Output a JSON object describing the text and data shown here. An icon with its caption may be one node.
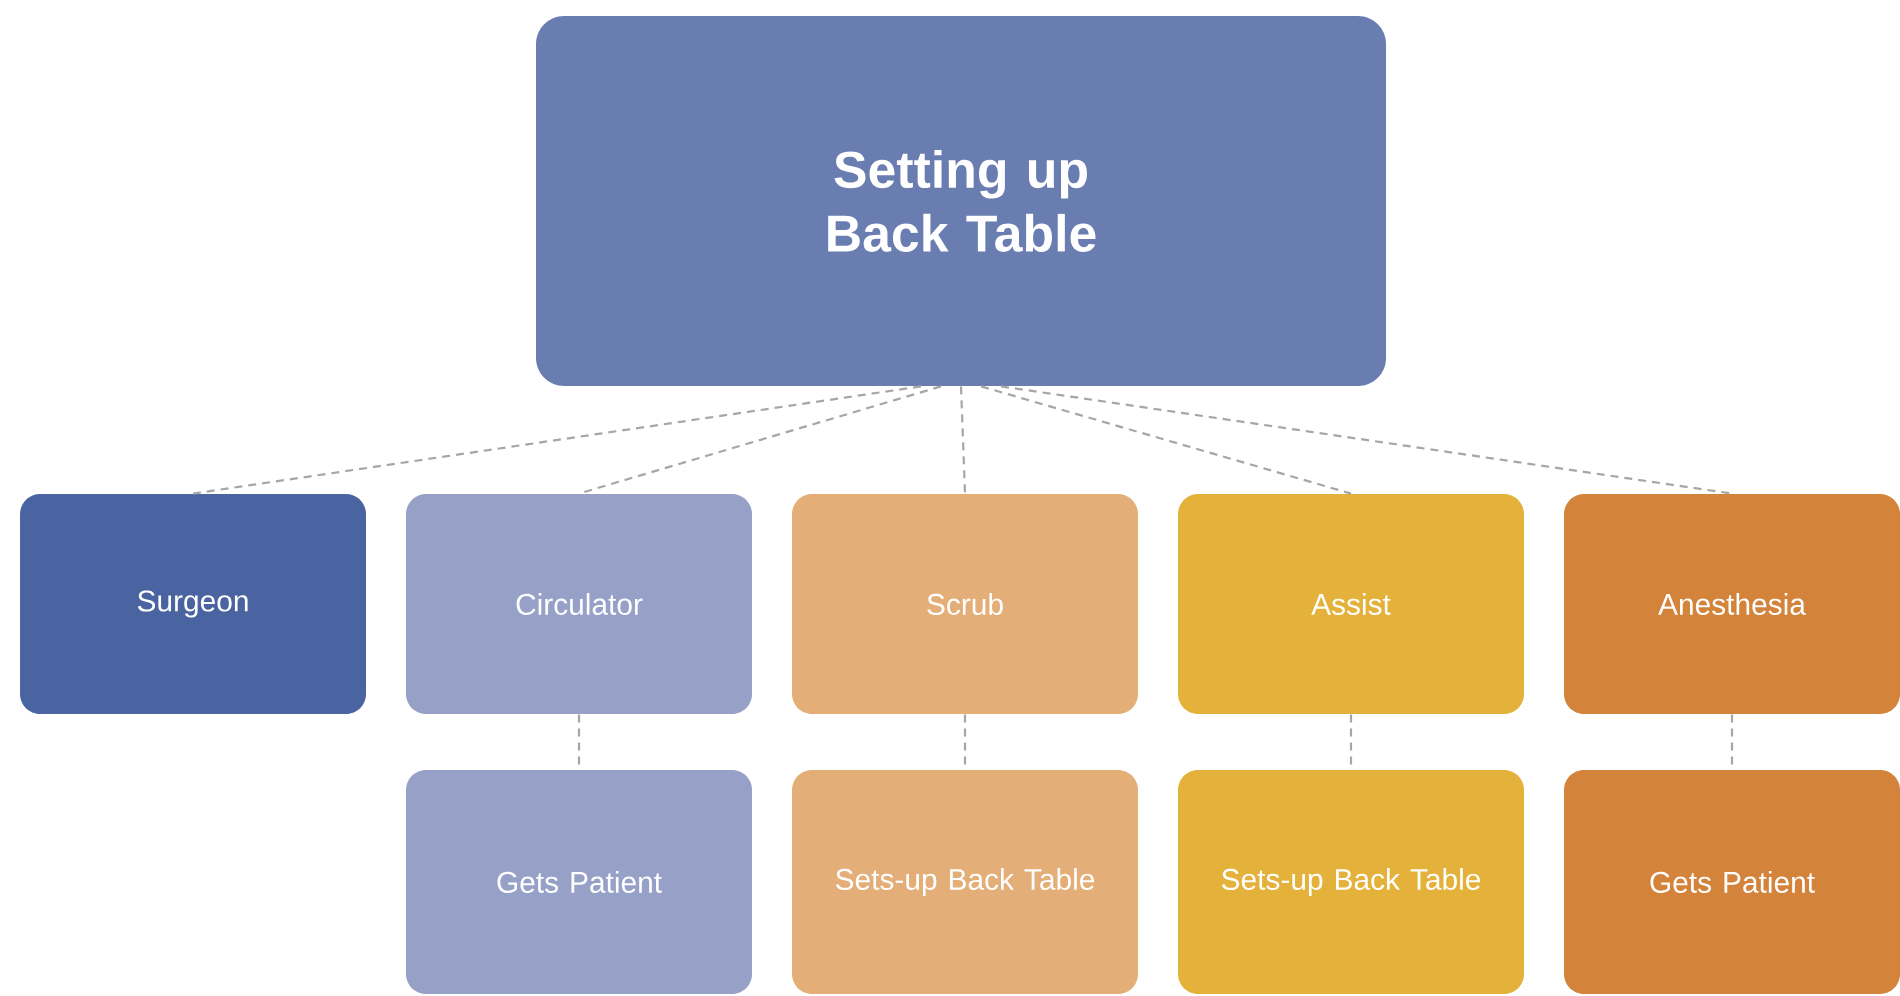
{
  "diagram": {
    "nodes": [
      {
        "text": [
          "Setting up Back Table"
        ]
      },
      {
        "text": [
          "Surgeon"
        ]
      },
      {
        "text": [
          "Circulator"
        ]
      },
      {
        "text": [
          "Scrub"
        ]
      },
      {
        "text": [
          "Assist"
        ]
      },
      {
        "text": [
          "Anesthesia"
        ]
      },
      {
        "text": [
          "Gets Patient"
        ]
      },
      {
        "text": [
          "Sets-up Back Table"
        ]
      },
      {
        "text": [
          "Sets-up Back Table"
        ]
      },
      {
        "text": [
          "Gets Patient"
        ]
      }
    ],
    "edges": [
      {
        "from": 0,
        "to": 1,
        "arrow": "none",
        "style": "dashed"
      },
      {
        "from": 0,
        "to": 2,
        "arrow": "none",
        "style": "dashed"
      },
      {
        "from": 0,
        "to": 3,
        "arrow": "none",
        "style": "dashed"
      },
      {
        "from": 0,
        "to": 4,
        "arrow": "none",
        "style": "dashed"
      },
      {
        "from": 0,
        "to": 5,
        "arrow": "none",
        "style": "dashed"
      },
      {
        "from": 2,
        "to": 6,
        "arrow": "none",
        "style": "dashed"
      },
      {
        "from": 3,
        "to": 7,
        "arrow": "none",
        "style": "dashed"
      },
      {
        "from": 4,
        "to": 8,
        "arrow": "none",
        "style": "dashed"
      },
      {
        "from": 5,
        "to": 9,
        "arrow": "none",
        "style": "dashed"
      }
    ]
  }
}
